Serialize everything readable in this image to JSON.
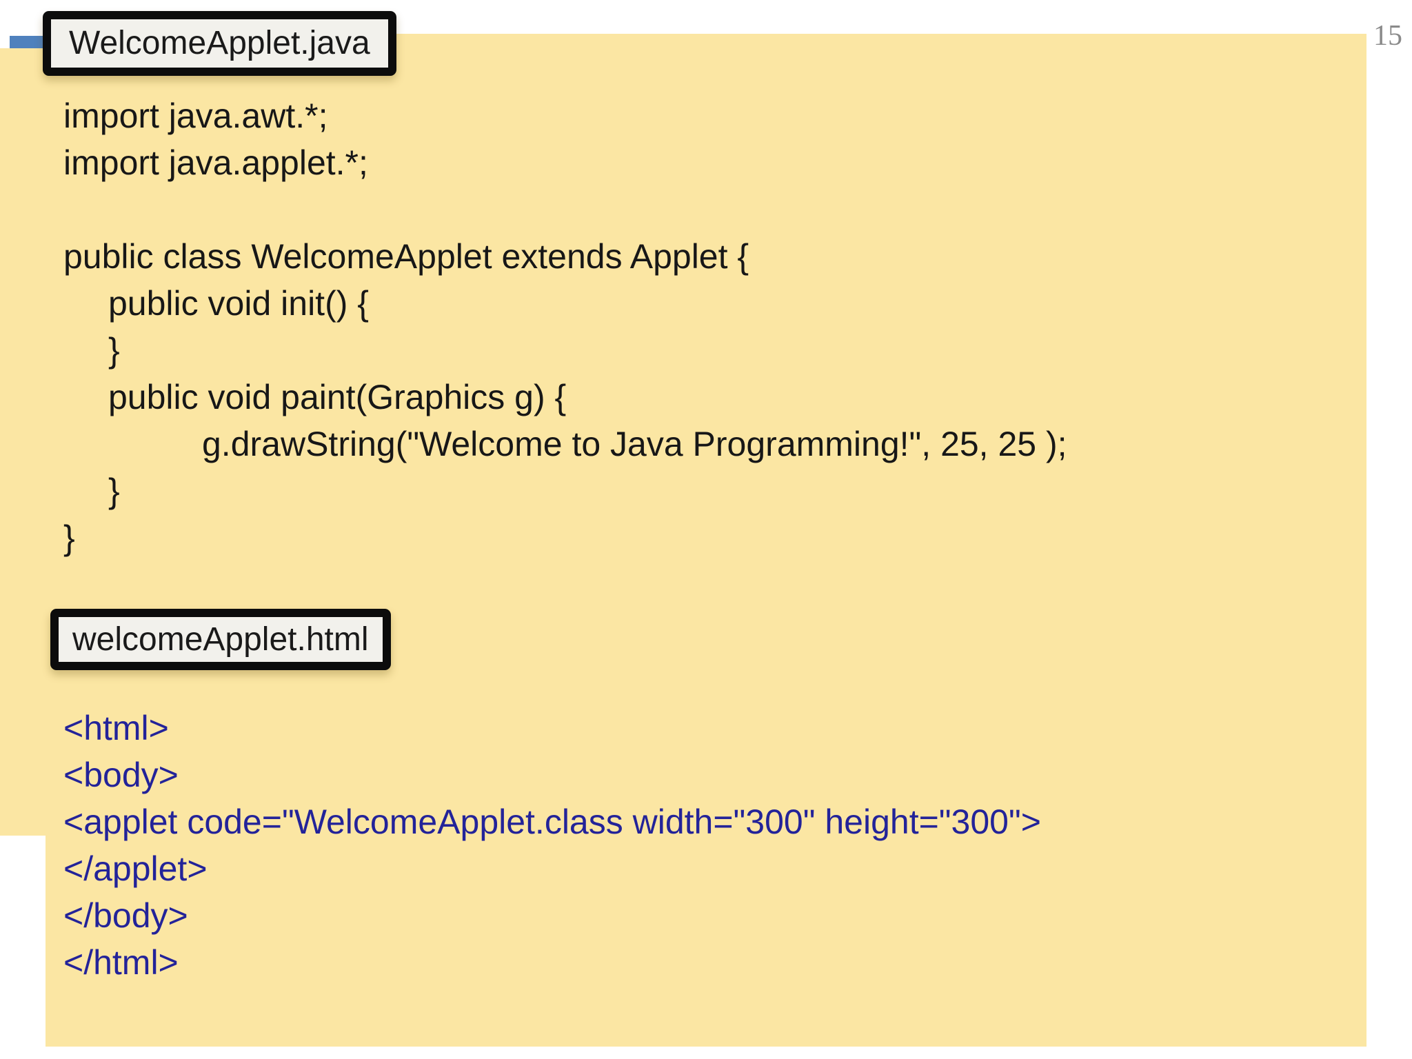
{
  "slide": {
    "page_number": "15",
    "colors": {
      "background": "#ffffff",
      "panel_yellow": "#fbe6a3",
      "accent_blue": "#4f81bd",
      "java_text_black": "#171717",
      "html_text_navy": "#232399",
      "label_bg": "#f2f1ec",
      "label_border": "#0c0c0c",
      "page_number_gray": "#8a8a8a"
    }
  },
  "java_file": {
    "label": "WelcomeApplet.java",
    "lines": [
      {
        "text": "import java.awt.*;"
      },
      {
        "text": "import java.applet.*;"
      },
      {
        "text": ""
      },
      {
        "text": "public class WelcomeApplet extends Applet {"
      },
      {
        "text": "public void init() {"
      },
      {
        "text": "}"
      },
      {
        "text": "public void paint(Graphics g) {"
      },
      {
        "text": "g.drawString(\"Welcome to Java Programming!\", 25, 25 );"
      },
      {
        "text": "}"
      },
      {
        "text": "}"
      }
    ]
  },
  "html_file": {
    "label": "welcomeApplet.html",
    "lines": [
      {
        "text": "<html>"
      },
      {
        "text": "<body>"
      },
      {
        "text": "<applet code=\"WelcomeApplet.class width=\"300\" height=\"300\">"
      },
      {
        "text": "</applet>"
      },
      {
        "text": "</body>"
      },
      {
        "text": "</html>"
      }
    ]
  }
}
